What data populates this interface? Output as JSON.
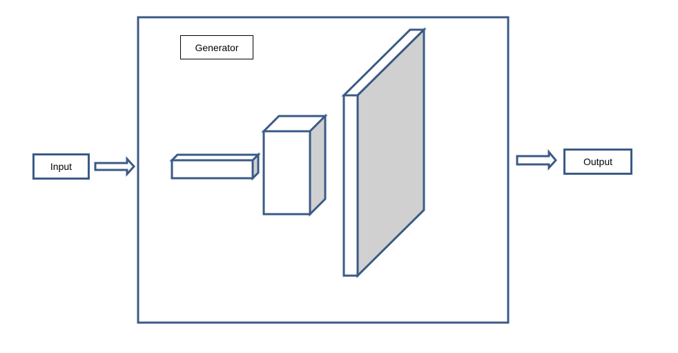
{
  "input": {
    "label": "Input"
  },
  "output": {
    "label": "Output"
  },
  "generator": {
    "label": "Generator"
  },
  "colors": {
    "stroke": "#3a5a86",
    "fill_front": "#ffffff",
    "fill_shaded": "#d0d0d0",
    "text": "#000000"
  },
  "icons": {
    "input_arrow": "arrow-right-icon",
    "output_arrow": "arrow-right-icon"
  }
}
